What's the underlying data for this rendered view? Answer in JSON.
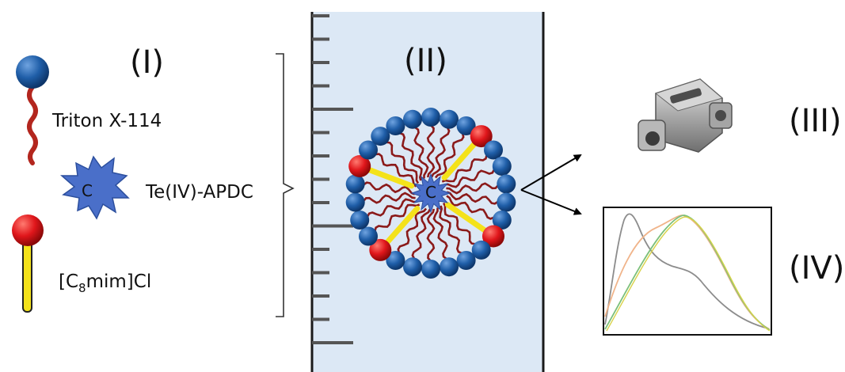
{
  "labels": {
    "panel_i": "(I)",
    "panel_ii": "(II)",
    "panel_iii": "(III)",
    "panel_iv": "(IV)",
    "surfactant": "Triton X-114",
    "complex": "Te(IV)-APDC",
    "complex_core": "C",
    "micelle_core": "C",
    "ionic_liquid_prefix": "[C",
    "ionic_liquid_subscript": "8",
    "ionic_liquid_suffix": "mim]Cl"
  },
  "colors": {
    "head_blue": "#1f5ea8",
    "head_red": "#e0161b",
    "tail_dark_red": "#8b1a1a",
    "il_tail_yellow": "#f4e21a",
    "complex_blue": "#4a6fc9",
    "tube_fill": "#dce8f5",
    "curve_gray": "#8c8c8c",
    "curve_orange": "#f0b48a",
    "curve_green": "#7cc07a",
    "curve_yellow": "#d8d24a"
  },
  "icons": {
    "detector": "atomic-absorption-cell-icon",
    "spectrum": "absorbance-signal-icon"
  }
}
